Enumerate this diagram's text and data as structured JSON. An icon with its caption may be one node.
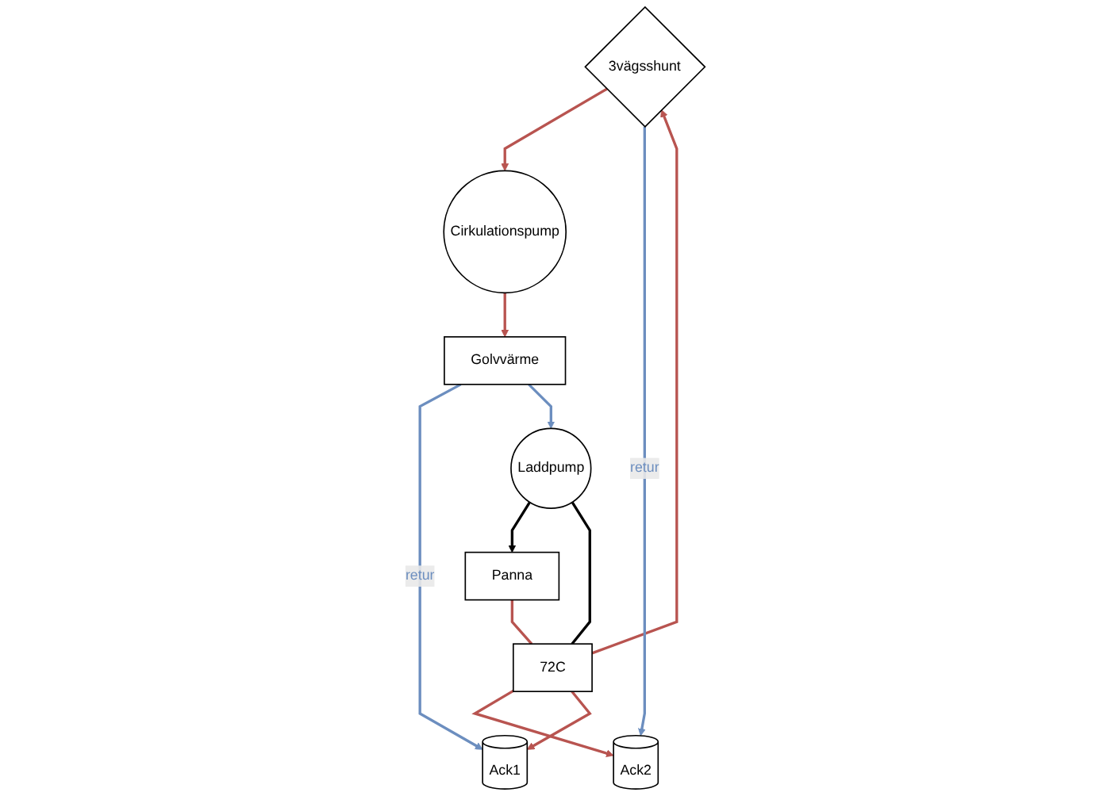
{
  "diagram": {
    "nodes": [
      {
        "text": [
          "Ack2"
        ]
      },
      {
        "text": [
          "Ack1"
        ]
      },
      {
        "text": [
          "3vägsshunt"
        ]
      },
      {
        "text": [
          "Cirkulationspump"
        ]
      },
      {
        "text": [
          "Golvvärme"
        ]
      },
      {
        "text": [
          "72C"
        ]
      },
      {
        "text": [
          "Panna"
        ]
      },
      {
        "text": [
          "Laddpump"
        ]
      }
    ],
    "edges": [
      {
        "from": 6,
        "to": 5,
        "arrow": "none",
        "color": "#b85450"
      },
      {
        "from": 5,
        "to": 0,
        "arrow": "to",
        "color": "#b85450"
      },
      {
        "from": 5,
        "to": 1,
        "arrow": "to",
        "color": "#b85450"
      },
      {
        "from": 5,
        "to": 2,
        "arrow": "to",
        "color": "#b85450"
      },
      {
        "from": 2,
        "to": 3,
        "arrow": "to",
        "color": "#b85450"
      },
      {
        "from": 3,
        "to": 4,
        "arrow": "to",
        "color": "#b85450"
      },
      {
        "from": 2,
        "to": 0,
        "arrow": "to",
        "label": "retur",
        "color": "#6c8ebf"
      },
      {
        "from": 4,
        "to": 1,
        "arrow": "to",
        "label": "retur",
        "color": "#6c8ebf"
      },
      {
        "from": 4,
        "to": 7,
        "arrow": "to",
        "color": "#6c8ebf"
      },
      {
        "from": 5,
        "to": 7,
        "arrow": "none",
        "color": "#000000"
      },
      {
        "from": 7,
        "to": 6,
        "arrow": "to",
        "color": "#000000"
      }
    ]
  }
}
